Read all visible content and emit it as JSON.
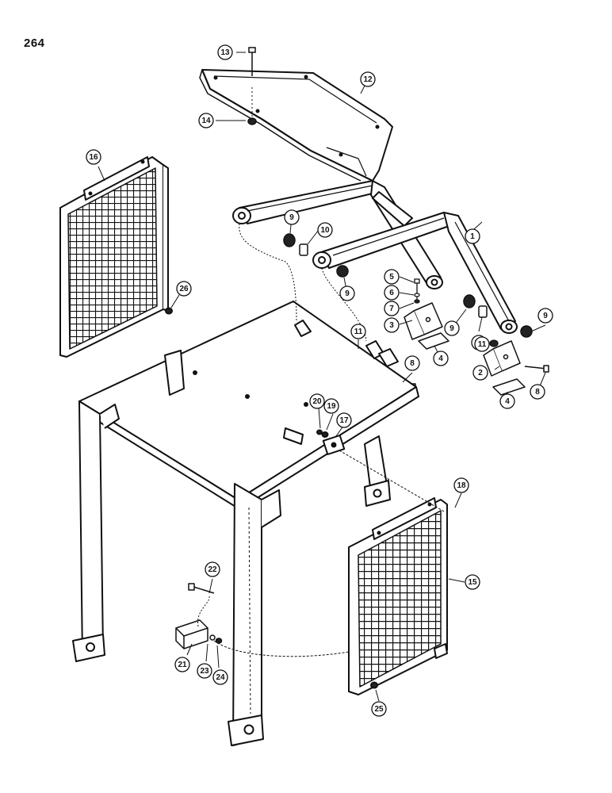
{
  "page": {
    "number": "264"
  },
  "callouts": [
    {
      "id": "c1",
      "label": "1"
    },
    {
      "id": "c2",
      "label": "2"
    },
    {
      "id": "c3",
      "label": "3"
    },
    {
      "id": "c4a",
      "label": "4"
    },
    {
      "id": "c4b",
      "label": "4"
    },
    {
      "id": "c5",
      "label": "5"
    },
    {
      "id": "c6",
      "label": "6"
    },
    {
      "id": "c7",
      "label": "7"
    },
    {
      "id": "c8a",
      "label": "8"
    },
    {
      "id": "c8b",
      "label": "8"
    },
    {
      "id": "c9a",
      "label": "9"
    },
    {
      "id": "c9b",
      "label": "9"
    },
    {
      "id": "c9c",
      "label": "9"
    },
    {
      "id": "c9d",
      "label": "9"
    },
    {
      "id": "c10a",
      "label": "10"
    },
    {
      "id": "c10b",
      "label": "10"
    },
    {
      "id": "c11a",
      "label": "11"
    },
    {
      "id": "c11b",
      "label": "11"
    },
    {
      "id": "c12",
      "label": "12"
    },
    {
      "id": "c13",
      "label": "13"
    },
    {
      "id": "c14",
      "label": "14"
    },
    {
      "id": "c15",
      "label": "15"
    },
    {
      "id": "c16",
      "label": "16"
    },
    {
      "id": "c17",
      "label": "17"
    },
    {
      "id": "c18",
      "label": "18"
    },
    {
      "id": "c19",
      "label": "19"
    },
    {
      "id": "c20",
      "label": "20"
    },
    {
      "id": "c21",
      "label": "21"
    },
    {
      "id": "c22",
      "label": "22"
    },
    {
      "id": "c23",
      "label": "23"
    },
    {
      "id": "c24",
      "label": "24"
    },
    {
      "id": "c25",
      "label": "25"
    },
    {
      "id": "c26",
      "label": "26"
    }
  ]
}
